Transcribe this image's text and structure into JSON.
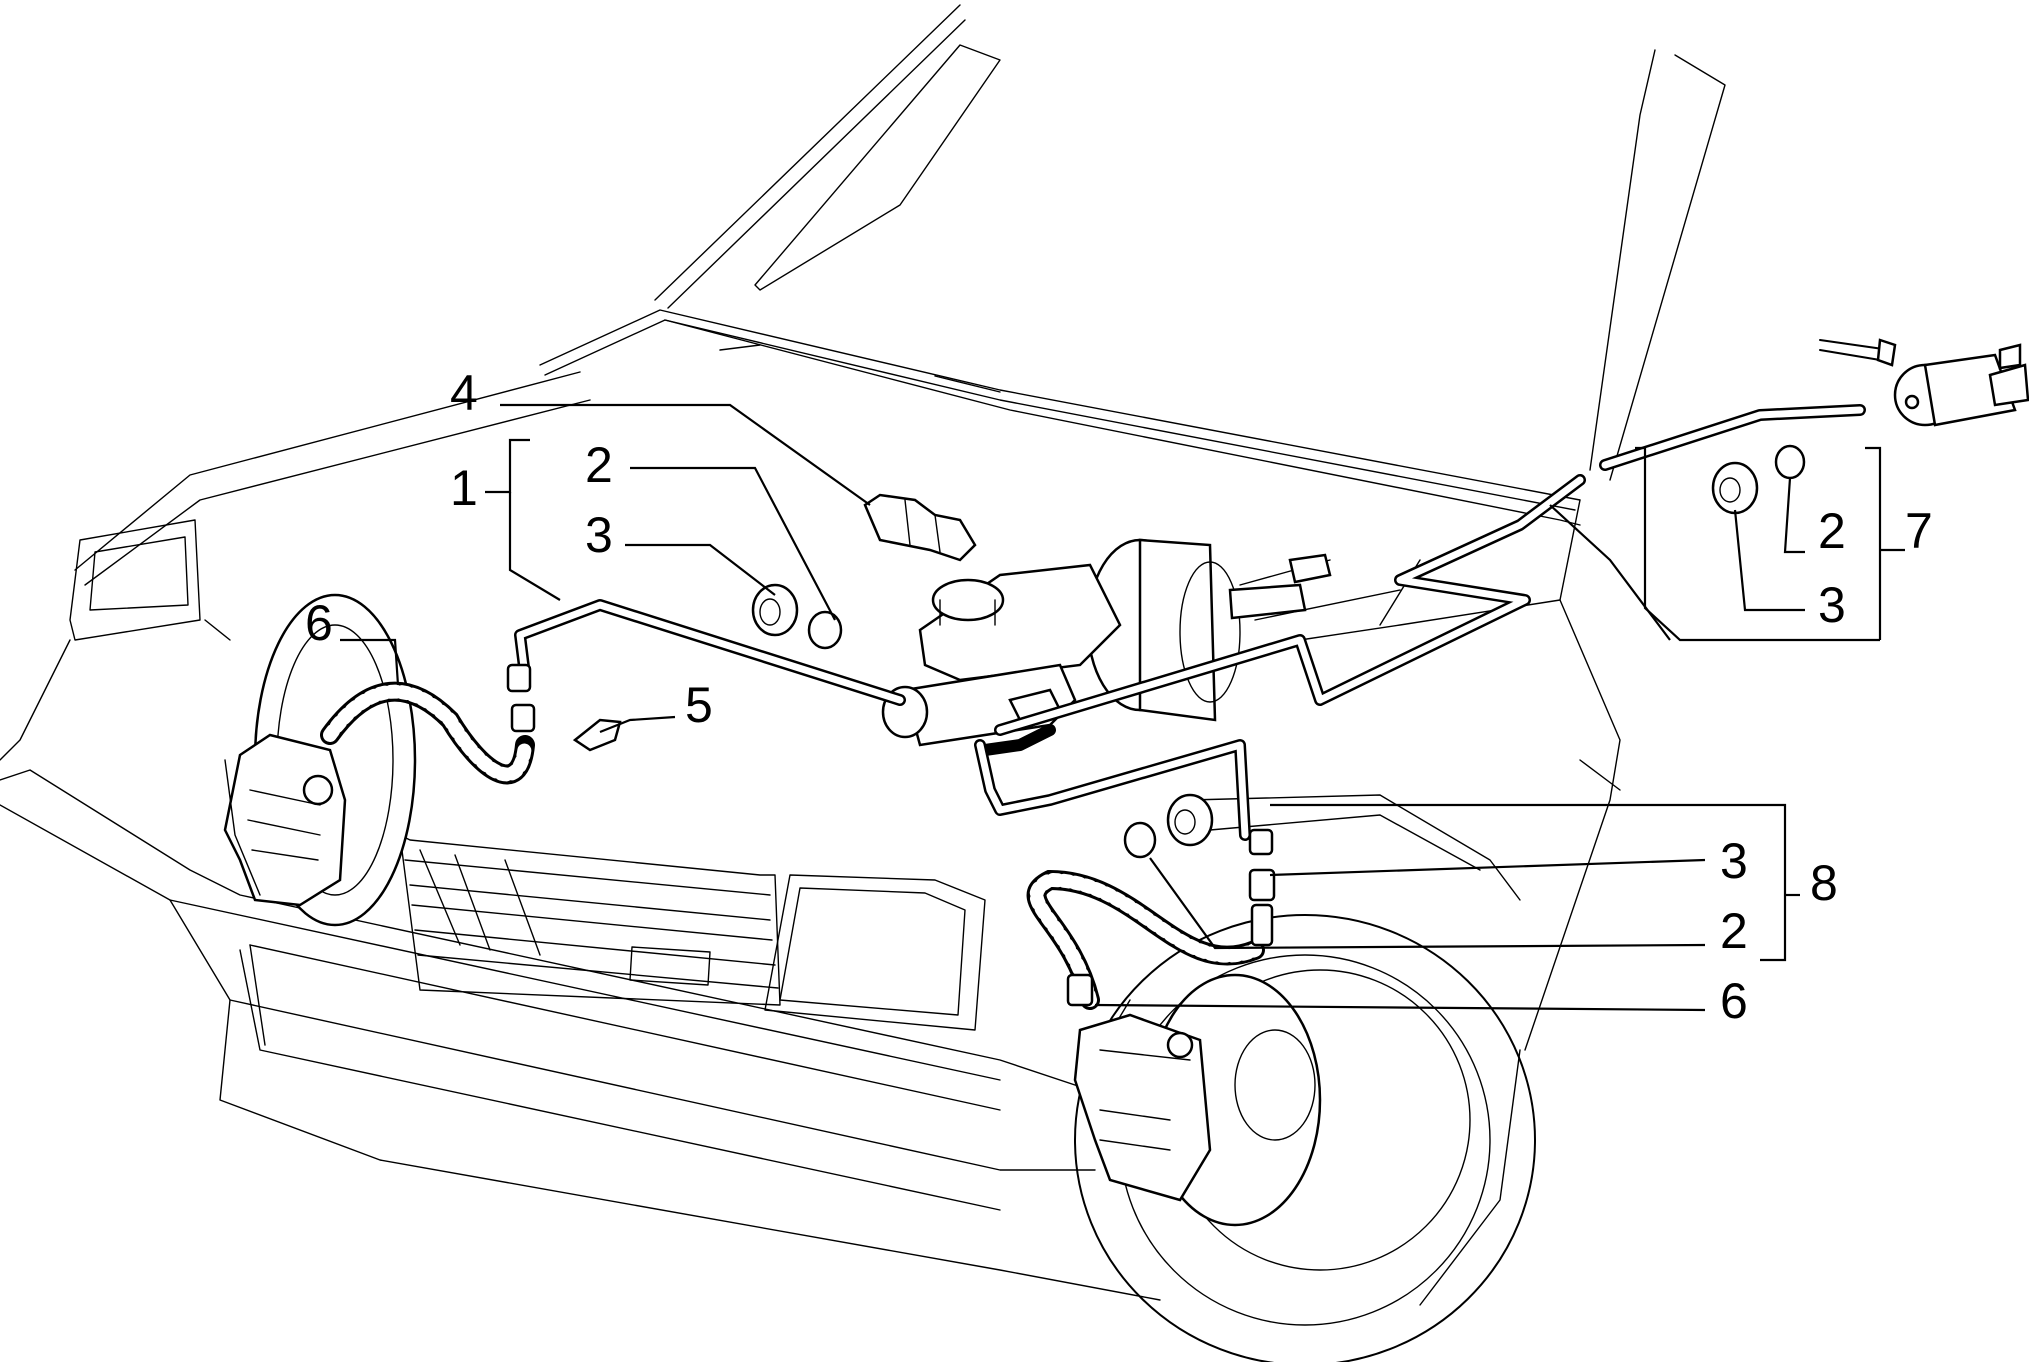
{
  "callouts": {
    "c1": "1",
    "c2_top": "2",
    "c3_top": "3",
    "c4": "4",
    "c5": "5",
    "c6_left": "6",
    "c7": "7",
    "c2_group7": "2",
    "c3_group7": "3",
    "c8": "8",
    "c3_group8": "3",
    "c2_group8": "2",
    "c6_right": "6"
  }
}
